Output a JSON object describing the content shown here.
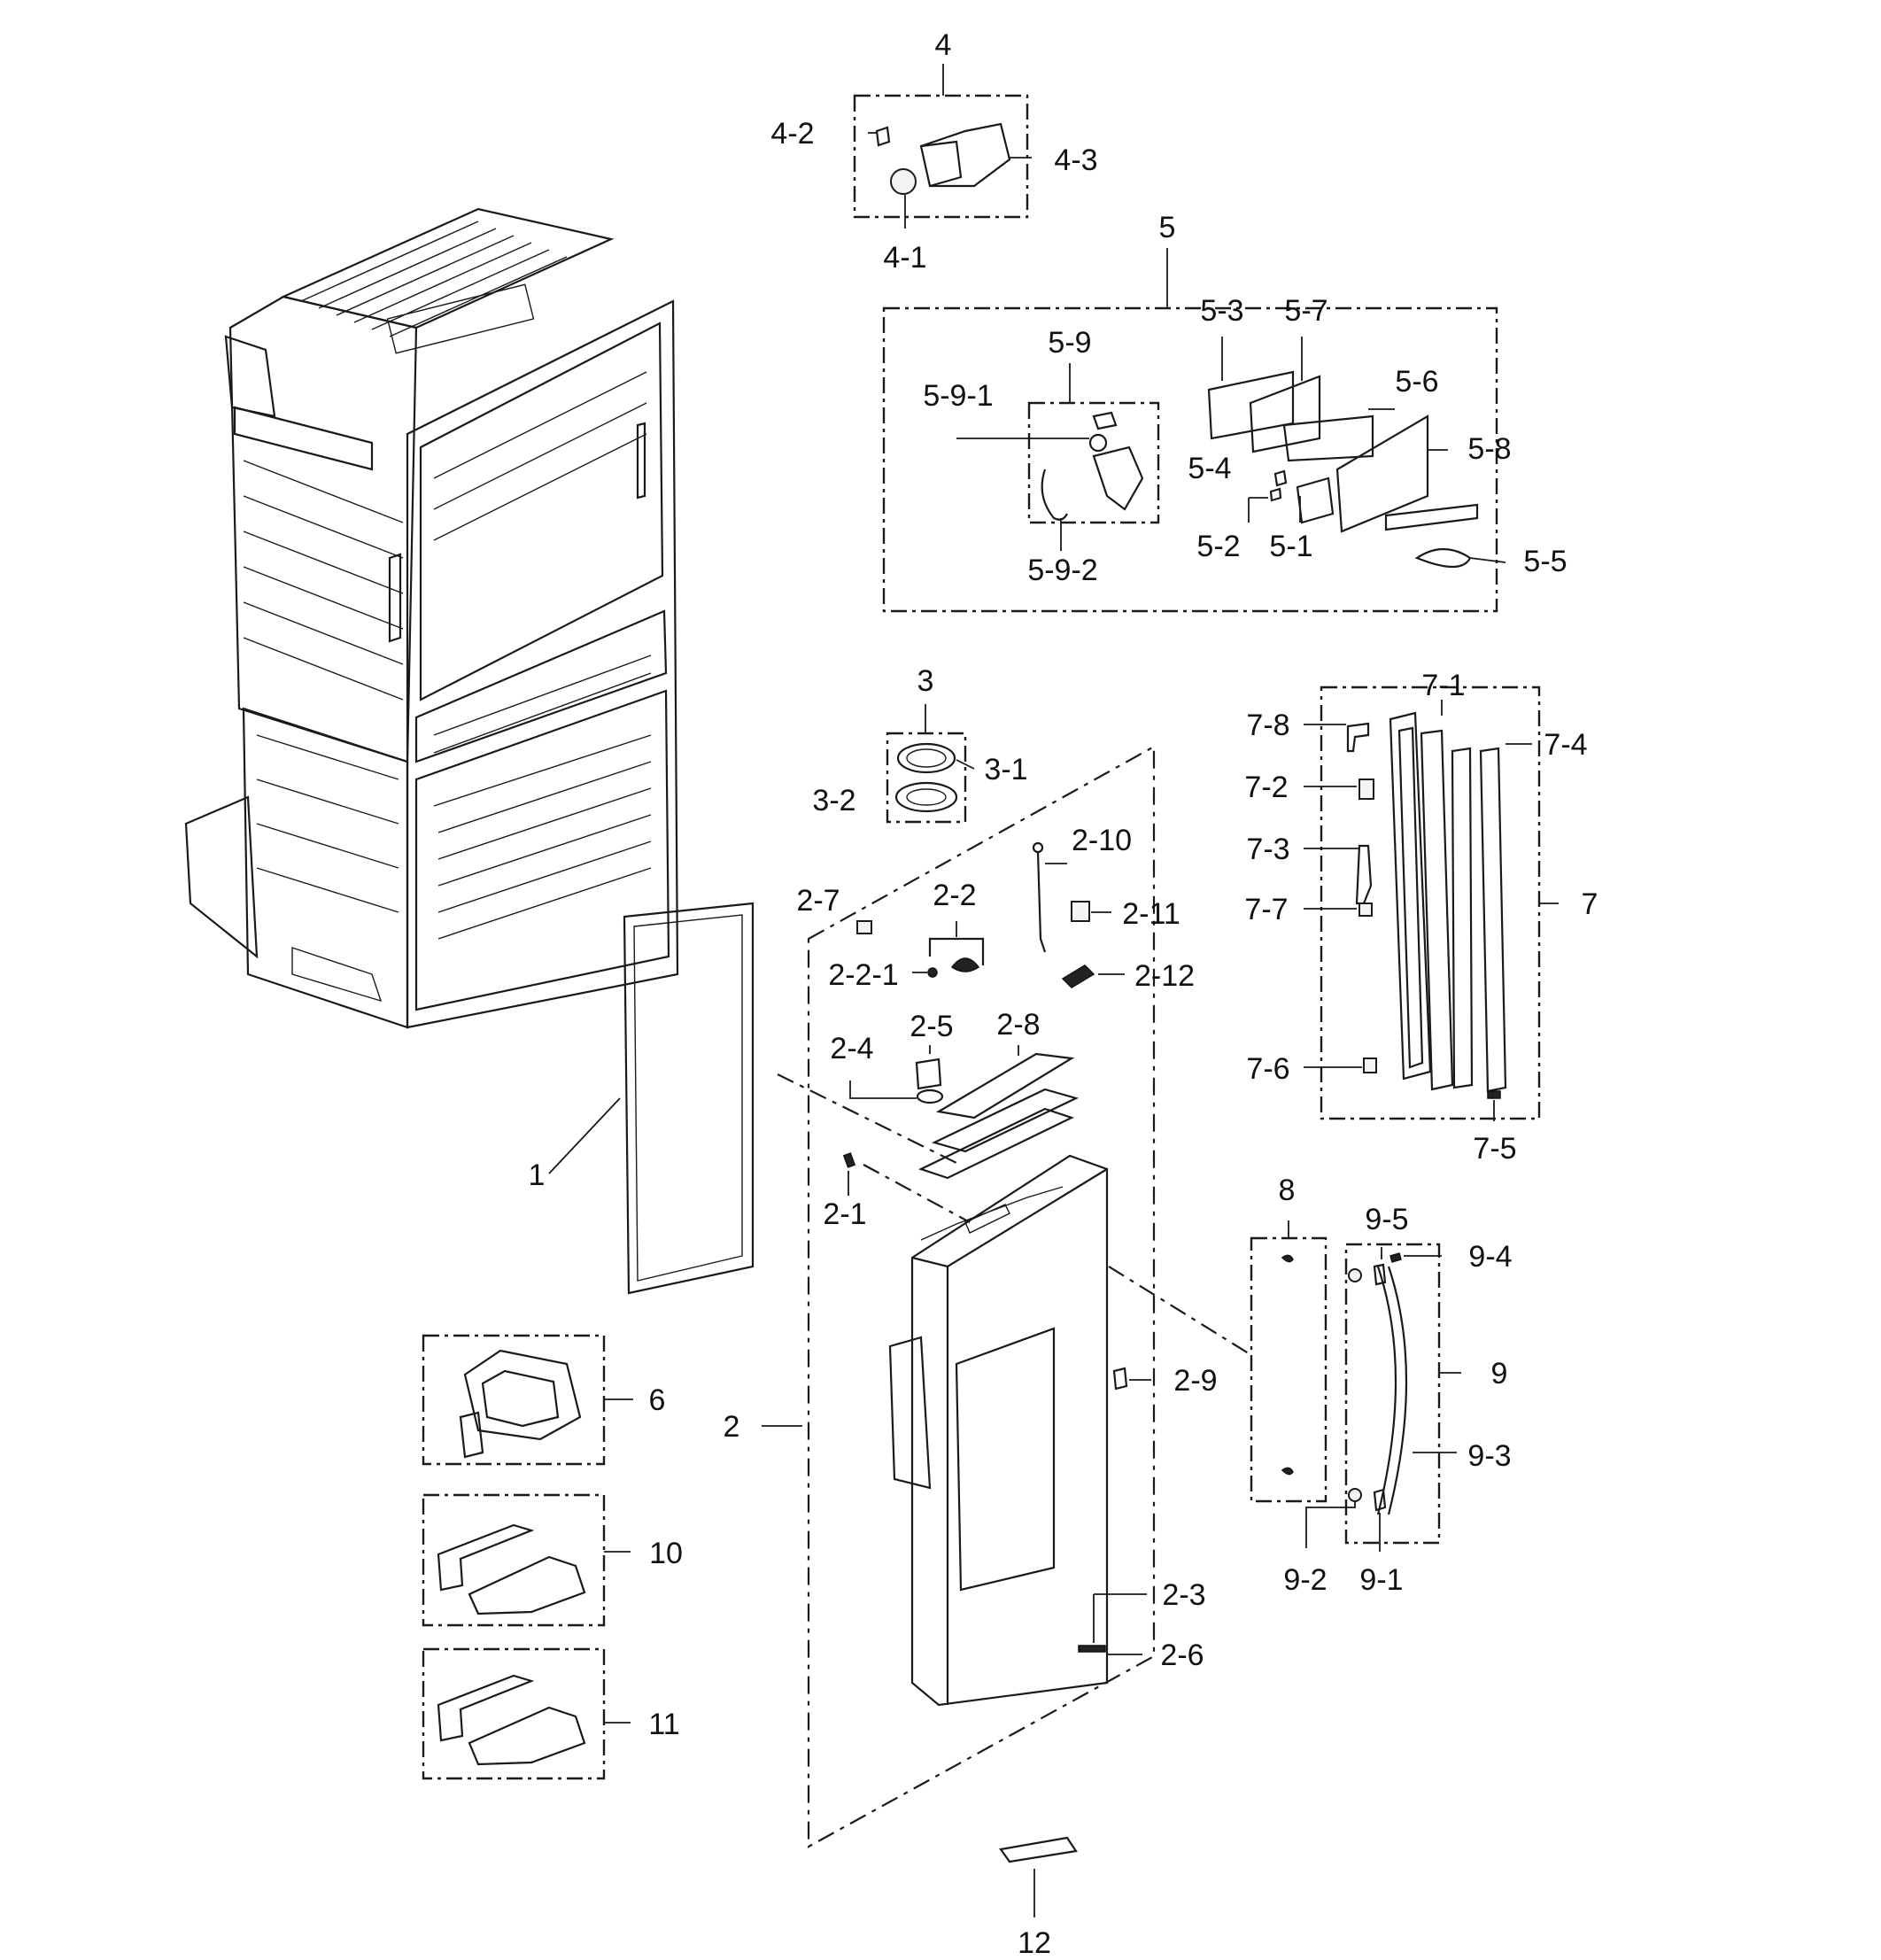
{
  "labels": {
    "l1": "1",
    "l2": "2",
    "l2_1": "2-1",
    "l2_2": "2-2",
    "l2_2_1": "2-2-1",
    "l2_3": "2-3",
    "l2_4": "2-4",
    "l2_5": "2-5",
    "l2_6": "2-6",
    "l2_7": "2-7",
    "l2_8": "2-8",
    "l2_9": "2-9",
    "l2_10": "2-10",
    "l2_11": "2-11",
    "l2_12": "2-12",
    "l3": "3",
    "l3_1": "3-1",
    "l3_2": "3-2",
    "l4": "4",
    "l4_1": "4-1",
    "l4_2": "4-2",
    "l4_3": "4-3",
    "l5": "5",
    "l5_1": "5-1",
    "l5_2": "5-2",
    "l5_3": "5-3",
    "l5_4": "5-4",
    "l5_5": "5-5",
    "l5_6": "5-6",
    "l5_7": "5-7",
    "l5_8": "5-8",
    "l5_9": "5-9",
    "l5_9_1": "5-9-1",
    "l5_9_2": "5-9-2",
    "l6": "6",
    "l7": "7",
    "l7_1": "7-1",
    "l7_2": "7-2",
    "l7_3": "7-3",
    "l7_4": "7-4",
    "l7_5": "7-5",
    "l7_6": "7-6",
    "l7_7": "7-7",
    "l7_8": "7-8",
    "l8": "8",
    "l9": "9",
    "l9_1": "9-1",
    "l9_2": "9-2",
    "l9_3": "9-3",
    "l9_4": "9-4",
    "l9_5": "9-5",
    "l10": "10",
    "l11": "11",
    "l12": "12"
  }
}
